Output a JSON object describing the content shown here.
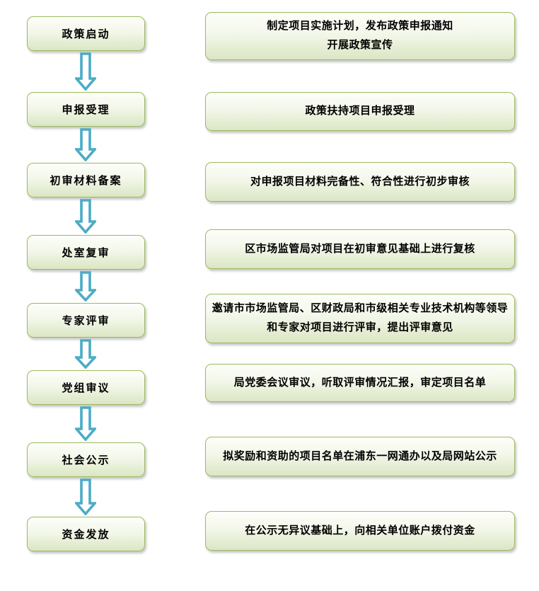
{
  "flow": {
    "steps": [
      {
        "stage": "政策启动",
        "description": "制定项目实施计划，发布政策申报通知\n开展政策宣传"
      },
      {
        "stage": "申报受理",
        "description": "政策扶持项目申报受理"
      },
      {
        "stage": "初审材料备案",
        "description": "对申报项目材料完备性、符合性进行初步审核"
      },
      {
        "stage": "处室复审",
        "description": "区市场监管局对项目在初审意见基础上进行复核"
      },
      {
        "stage": "专家评审",
        "description": "邀请市市场监管局、区财政局和市级相关专业技术机构等领导\n和专家对项目进行评审，提出评审意见"
      },
      {
        "stage": "党组审议",
        "description": "局党委会议审议，听取评审情况汇报，审定项目名单"
      },
      {
        "stage": "社会公示",
        "description": "拟奖励和资助的项目名单在浦东一网通办以及局网站公示"
      },
      {
        "stage": "资金发放",
        "description": "在公示无异议基础上，向相关单位账户拨付资金"
      }
    ]
  },
  "colors": {
    "box_border": "#9cba62",
    "box_fill_top": "#fdfef9",
    "box_fill_bottom": "#dbe6c5",
    "arrow_stroke": "#4bacc6",
    "arrow_fill": "#ffffff",
    "text": "#000000"
  }
}
